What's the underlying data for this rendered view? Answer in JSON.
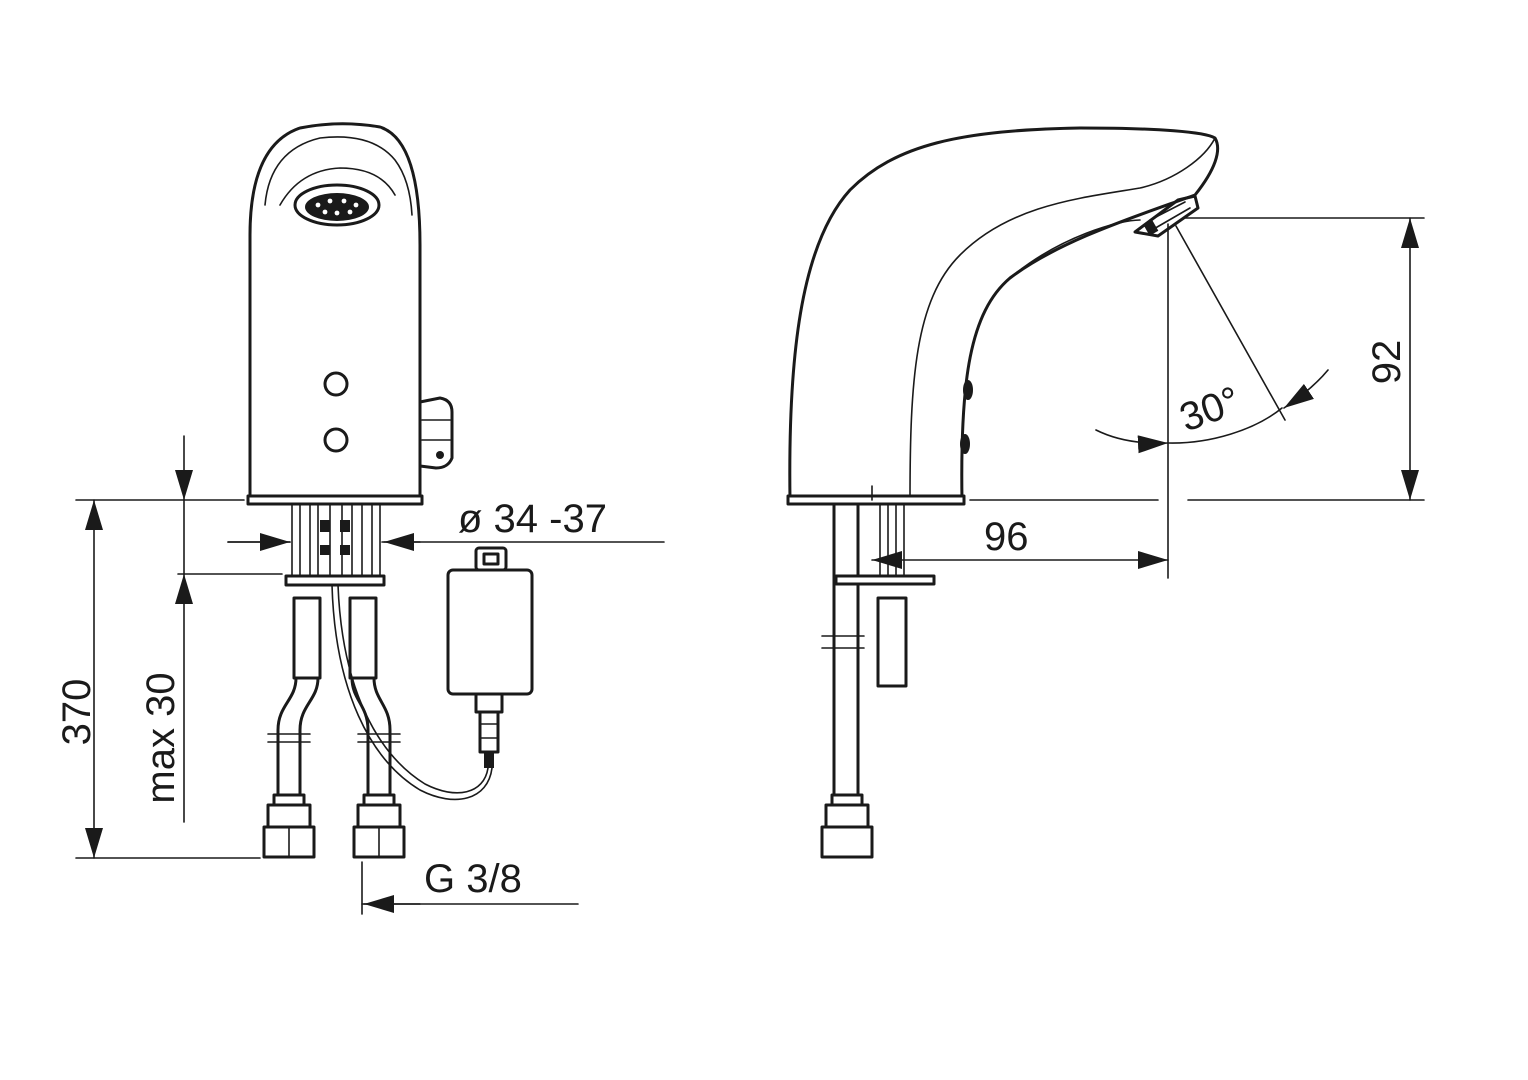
{
  "drawing": {
    "dimensions": {
      "height_total": "370",
      "max_thickness": "max 30",
      "diameter": "ø 34 -37",
      "thread": "G 3/8",
      "reach": "96",
      "spout_height": "92",
      "sensor_angle": "30°"
    }
  }
}
